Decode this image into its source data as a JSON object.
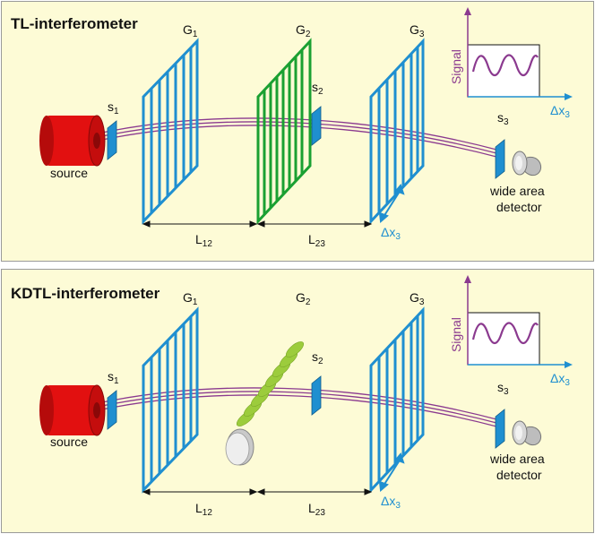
{
  "panels": [
    {
      "title": "TL-interferometer",
      "g1": {
        "base": "G",
        "sub": "1"
      },
      "g2": {
        "base": "G",
        "sub": "2"
      },
      "g3": {
        "base": "G",
        "sub": "3"
      },
      "s1": {
        "base": "s",
        "sub": "1"
      },
      "s2": {
        "base": "s",
        "sub": "2"
      },
      "s3": {
        "base": "s",
        "sub": "3"
      },
      "source": "source",
      "detector_line1": "wide area",
      "detector_line2": "detector",
      "l12": {
        "base": "L",
        "sub": "12"
      },
      "l23": {
        "base": "L",
        "sub": "23"
      },
      "dx": {
        "base": "Δx",
        "sub": "3"
      },
      "signal_label": "Signal",
      "plot_x": {
        "base": "Δx",
        "sub": "3"
      }
    },
    {
      "title": "KDTL-interferometer",
      "g1": {
        "base": "G",
        "sub": "1"
      },
      "g2": {
        "base": "G",
        "sub": "2"
      },
      "g3": {
        "base": "G",
        "sub": "3"
      },
      "s1": {
        "base": "s",
        "sub": "1"
      },
      "s2": {
        "base": "s",
        "sub": "2"
      },
      "s3": {
        "base": "s",
        "sub": "3"
      },
      "source": "source",
      "detector_line1": "wide area",
      "detector_line2": "detector",
      "l12": {
        "base": "L",
        "sub": "12"
      },
      "l23": {
        "base": "L",
        "sub": "23"
      },
      "dx": {
        "base": "Δx",
        "sub": "3"
      },
      "signal_label": "Signal",
      "plot_x": {
        "base": "Δx",
        "sub": "3"
      }
    }
  ],
  "colors": {
    "panel_bg": "#fdfbd6",
    "grating_blue": "#1f8fd0",
    "grating_green": "#1aa032",
    "standing_wave": "#9ccc3c",
    "beam": "#8b3a8f",
    "source_red": "#e21010"
  }
}
